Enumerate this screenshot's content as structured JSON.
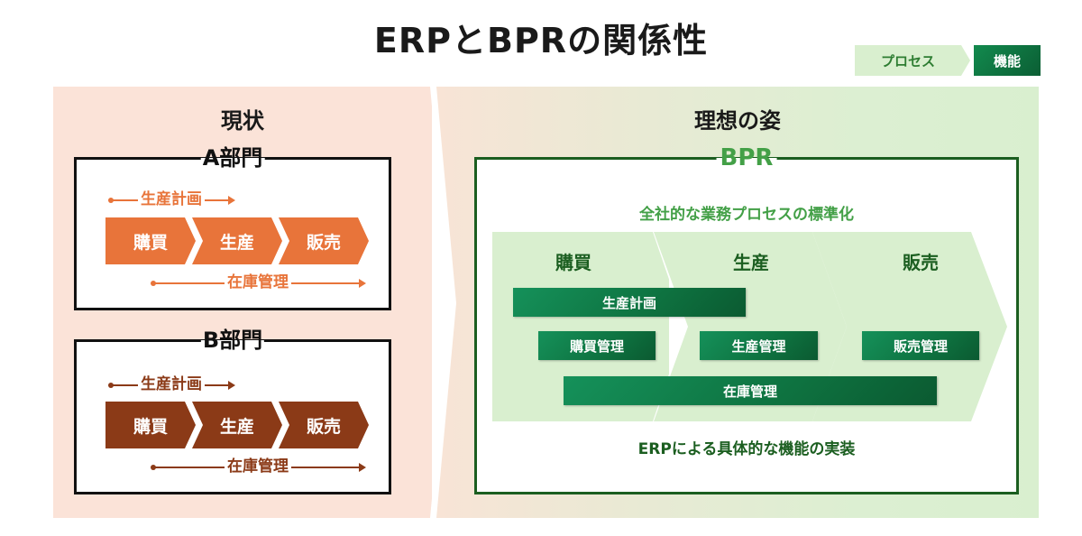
{
  "title": "ERPとBPRの関係性",
  "legend": {
    "process_label": "プロセス",
    "function_label": "機能"
  },
  "current": {
    "heading": "現状",
    "departments": [
      {
        "label": "A部門",
        "color": "#e8743a",
        "top_arrow": "生産計画",
        "steps": [
          "購買",
          "生産",
          "販売"
        ],
        "bottom_arrow": "在庫管理"
      },
      {
        "label": "B部門",
        "color": "#8b3a17",
        "top_arrow": "生産計画",
        "steps": [
          "購買",
          "生産",
          "販売"
        ],
        "bottom_arrow": "在庫管理"
      }
    ]
  },
  "ideal": {
    "heading": "理想の姿",
    "box_label": "BPR",
    "subtitle": "全社的な業務プロセスの標準化",
    "processes": [
      "購買",
      "生産",
      "販売"
    ],
    "functions": {
      "production_planning": "生産計画",
      "purchasing_management": "購買管理",
      "production_management": "生産管理",
      "sales_management": "販売管理",
      "inventory_management": "在庫管理"
    },
    "footer": "ERPによる具体的な機能の実装"
  },
  "colors": {
    "orange": "#e8743a",
    "brown": "#8b3a17",
    "green_dark": "#1b5e20",
    "green_light": "#43a047",
    "process_fill": "#d9efcf"
  }
}
